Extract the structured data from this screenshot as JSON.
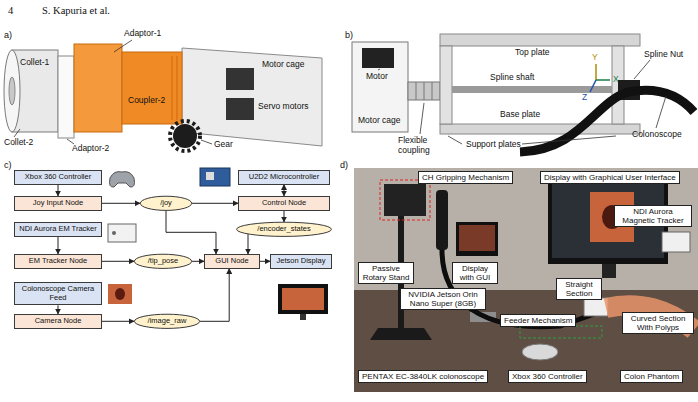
{
  "diagram": {
    "nodes": [
      {
        "text": [
          "Xbox 360 Controller"
        ]
      },
      {
        "text": [
          "Joy Input Node"
        ]
      },
      {
        "text": [
          "/joy"
        ]
      },
      {
        "text": [
          "U2D2 Microcontroller"
        ]
      },
      {
        "text": [
          "Control Node"
        ]
      },
      {
        "text": [
          "/encoder_states"
        ]
      },
      {
        "text": [
          "NDI Aurora EM Tracker"
        ]
      },
      {
        "text": [
          "EM Tracker Node"
        ]
      },
      {
        "text": [
          "/tip_pose"
        ]
      },
      {
        "text": [
          "GUI Node"
        ]
      },
      {
        "text": [
          "Jetson Display"
        ]
      },
      {
        "text": [
          "Colonoscope Camera Feed"
        ]
      },
      {
        "text": [
          "Camera Node"
        ]
      },
      {
        "text": [
          "/image_raw"
        ]
      },
      {
        "text": [
          "CH Gripping Mechanism"
        ]
      },
      {
        "text": [
          "Display with Graphical User Interface"
        ]
      },
      {
        "text": [
          "NDI Aurora Magnetic Tracker"
        ]
      },
      {
        "text": [
          "Passive Rotary Stand"
        ]
      },
      {
        "text": [
          "Display with GUI"
        ]
      },
      {
        "text": [
          "NVIDIA Jetson Orin Nano Super (8GB)"
        ]
      },
      {
        "text": [
          "Straight Section"
        ]
      },
      {
        "text": [
          "Feeder Mechanism"
        ]
      },
      {
        "text": [
          "Curved Section With Polyps"
        ]
      },
      {
        "text": [
          "PENTAX EC-3840LK colonoscope"
        ]
      },
      {
        "text": [
          "Xbox 360 Controller"
        ]
      },
      {
        "text": [
          "Colon Phantom"
        ]
      }
    ],
    "edges": [
      {
        "from": 0,
        "to": 1,
        "arrow": "to"
      },
      {
        "from": 1,
        "to": 2,
        "arrow": "to"
      },
      {
        "from": 2,
        "to": 4,
        "arrow": "to"
      },
      {
        "from": 3,
        "to": 4,
        "arrow": "both"
      },
      {
        "from": 4,
        "to": 5,
        "arrow": "to"
      },
      {
        "from": 2,
        "to": 9,
        "arrow": "to"
      },
      {
        "from": 5,
        "to": 9,
        "arrow": "to"
      },
      {
        "from": 6,
        "to": 7,
        "arrow": "to"
      },
      {
        "from": 7,
        "to": 8,
        "arrow": "to"
      },
      {
        "from": 8,
        "to": 9,
        "arrow": "to"
      },
      {
        "from": 9,
        "to": 10,
        "arrow": "to"
      },
      {
        "from": 11,
        "to": 12,
        "arrow": "to"
      },
      {
        "from": 12,
        "to": 13,
        "arrow": "to"
      },
      {
        "from": 13,
        "to": 9,
        "arrow": "to"
      }
    ],
    "labels": [
      "4",
      "S. Kapuria et al.",
      "a)",
      "Adaptor-1",
      "Motor cage",
      "Collet-1",
      "Coupler-2",
      "Servo motors",
      "Collet-2",
      "Adaptor-2",
      "Gear",
      "b)",
      "Motor",
      "Top plate",
      "Spline Nut",
      "Motor cage",
      "Spline shaft",
      "Y",
      "X",
      "Z",
      "Base plate",
      "Flexible coupling",
      "Support plates",
      "Colonoscope",
      "c)",
      "d)"
    ]
  }
}
